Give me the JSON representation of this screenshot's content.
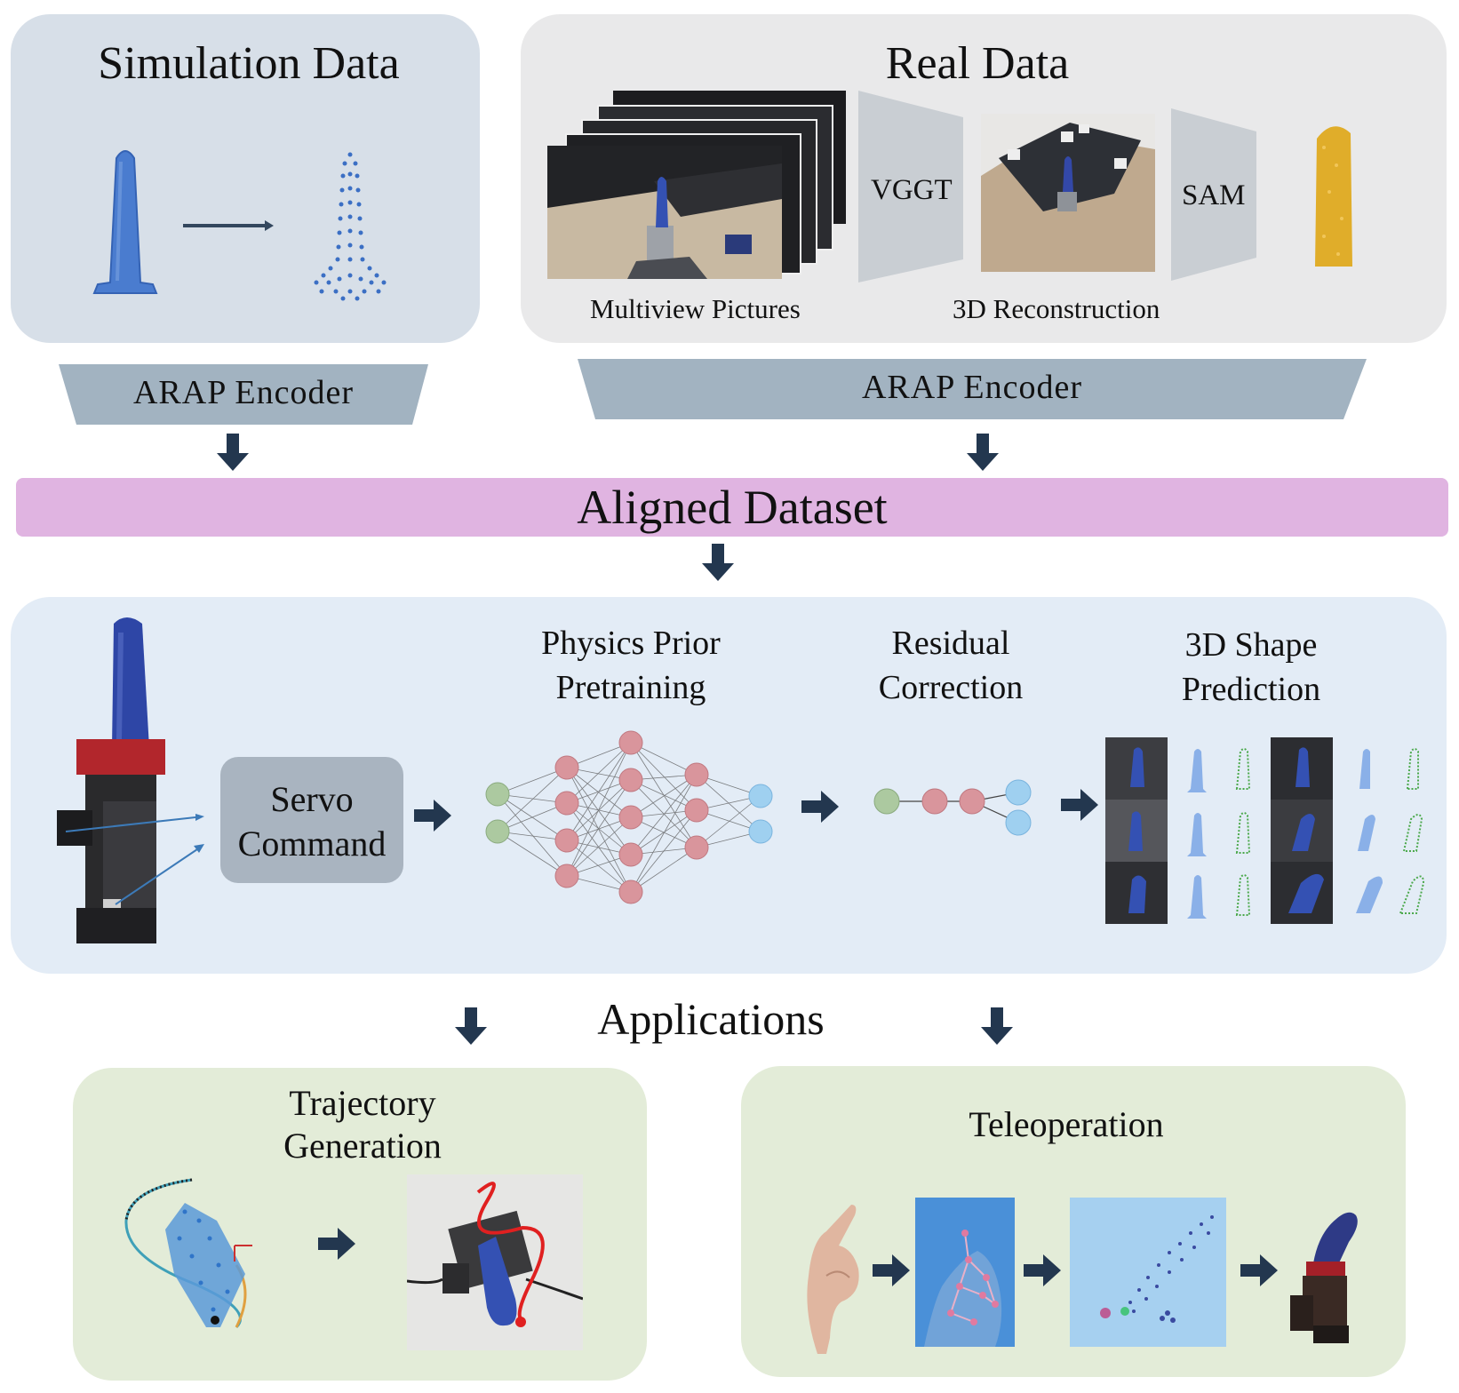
{
  "simulation": {
    "title": "Simulation Data"
  },
  "real": {
    "title": "Real Data",
    "multiview_label": "Multiview Pictures",
    "vggt_label": "VGGT",
    "reconstruction_label": "3D Reconstruction",
    "sam_label": "SAM"
  },
  "encoders": {
    "left": "ARAP Encoder",
    "right": "ARAP Encoder"
  },
  "aligned": {
    "label": "Aligned Dataset"
  },
  "pipeline": {
    "servo_line1": "Servo",
    "servo_line2": "Command",
    "physics_line1": "Physics Prior",
    "physics_line2": "Pretraining",
    "residual_line1": "Residual",
    "residual_line2": "Correction",
    "shape_line1": "3D Shape",
    "shape_line2": "Prediction"
  },
  "applications": {
    "label": "Applications",
    "trajectory_line1": "Trajectory",
    "trajectory_line2": "Generation",
    "teleop_label": "Teleoperation"
  },
  "colors": {
    "sim_panel": "#d7dfe8",
    "real_panel": "#e9e9ea",
    "encoder": "#a2b3c1",
    "aligned": "#e0b4e1",
    "pipeline_panel": "#e3ecf6",
    "app_panel": "#e3ecd8",
    "arrow": "#23374f",
    "servo_box": "#a9b4c0",
    "actuator_blue": "#2e46a6"
  }
}
